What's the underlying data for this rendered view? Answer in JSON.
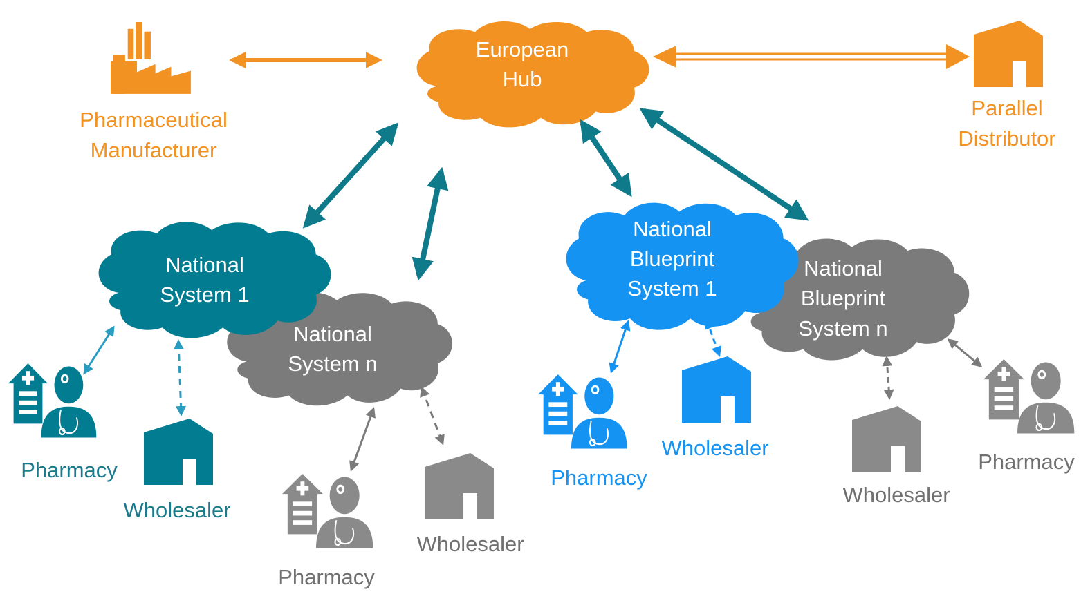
{
  "colors": {
    "orange": "#f29222",
    "teal": "#017c91",
    "blue": "#1493f3",
    "gray": "#7b7b7b",
    "arrow_teal": "#0e7a8a"
  },
  "hub": {
    "line1": "European",
    "line2": "Hub"
  },
  "manufacturer": {
    "line1": "Pharmaceutical",
    "line2": "Manufacturer",
    "icon": "factory-icon"
  },
  "parallel_distributor": {
    "line1": "Parallel",
    "line2": "Distributor",
    "icon": "warehouse-icon"
  },
  "national_system_1": {
    "line1": "National",
    "line2": "System 1",
    "pharmacy": "Pharmacy",
    "wholesaler": "Wholesaler"
  },
  "national_system_n": {
    "line1": "National",
    "line2": "System n",
    "pharmacy": "Pharmacy",
    "wholesaler": "Wholesaler"
  },
  "blueprint_system_1": {
    "line1": "National",
    "line2": "Blueprint",
    "line3": "System 1",
    "pharmacy": "Pharmacy",
    "wholesaler": "Wholesaler"
  },
  "blueprint_system_n": {
    "line1": "National",
    "line2": "Blueprint",
    "line3": "System n",
    "pharmacy": "Pharmacy",
    "wholesaler": "Wholesaler"
  }
}
